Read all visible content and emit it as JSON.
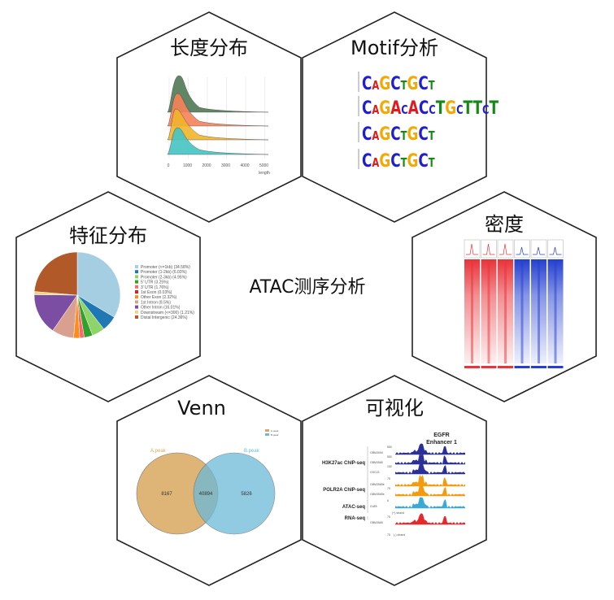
{
  "center_label": "ATAC测序分析",
  "hexagons": {
    "length": {
      "title": "长度分布",
      "ticks": [
        "0",
        "1000",
        "2000",
        "3000",
        "4000",
        "5000"
      ],
      "xlabel": "length",
      "colors": [
        "#4f7a56",
        "#f7825a",
        "#f2b42c",
        "#46c4c4"
      ]
    },
    "motif": {
      "title": "Motif分析",
      "motifs": [
        "CAGCTGCT",
        "CAGACACCTGCTTCT",
        "CAGCTGCT",
        "CAGCTGCT"
      ],
      "letter_colors": {
        "A": "#e31a1c",
        "C": "#1f1fd0",
        "G": "#f5a800",
        "T": "#138a13"
      }
    },
    "feature": {
      "title": "特征分布",
      "legend": [
        {
          "label": "Promoter (<=1kb) (34.58%)",
          "value": 34.58,
          "color": "#a6cee3"
        },
        {
          "label": "Promoter (1-2kb) (6.03%)",
          "value": 6.03,
          "color": "#1f78b4"
        },
        {
          "label": "Promoter (2-3kb) (4.95%)",
          "value": 4.95,
          "color": "#8fd46a"
        },
        {
          "label": "5' UTR (3.25%)",
          "value": 3.25,
          "color": "#33a02c"
        },
        {
          "label": "3' UTR (1.76%)",
          "value": 1.76,
          "color": "#fb6a6a"
        },
        {
          "label": "1st Exon (0.03%)",
          "value": 0.03,
          "color": "#e31a1c"
        },
        {
          "label": "Other Exon (2.32%)",
          "value": 2.32,
          "color": "#ff8c1a"
        },
        {
          "label": "1st Intron (8.5%)",
          "value": 8.5,
          "color": "#d9a08f"
        },
        {
          "label": "Other Intron (16.01%)",
          "value": 16.01,
          "color": "#7b4ea3"
        },
        {
          "label": "Downstream (<=300) (1.21%)",
          "value": 1.21,
          "color": "#f0d67a"
        },
        {
          "label": "Distal Intergenic (24.36%)",
          "value": 24.36,
          "color": "#b15928"
        }
      ]
    },
    "density": {
      "title": "密度",
      "colors": [
        "#e8343a",
        "#2540d0"
      ]
    },
    "venn": {
      "title": "Venn",
      "set_a": "A.peak",
      "set_b": "B.peak",
      "only_a": "8167",
      "both": "40894",
      "only_b": "5826",
      "color_a": "#d9a860",
      "color_b": "#6bbad8"
    },
    "visual": {
      "title": "可视化",
      "gene": "EGFR",
      "subtitle": "Enhancer 1",
      "groups": [
        {
          "name": "H3K27ac ChIP-seq",
          "tracks": [
            {
              "id": "GBM3094",
              "max": "550"
            },
            {
              "id": "GBM3565",
              "max": "550"
            },
            {
              "id": "GSC23",
              "max": "150"
            }
          ],
          "color": "#2a2f99"
        },
        {
          "name": "POLR2A ChIP-seq",
          "tracks": [
            {
              "id": "GBM3565e",
              "max": "75"
            },
            {
              "id": "GBM3565e",
              "max": "75"
            }
          ],
          "color": "#f39a0f"
        },
        {
          "name": "ATAC-seq",
          "tracks": [
            {
              "id": "G489",
              "max": "6"
            }
          ],
          "color": "#3aa9d6"
        },
        {
          "name": "RNA-seq",
          "tracks": [
            {
              "id": "GBM3565",
              "max": "75"
            }
          ],
          "color": "#e8282a"
        }
      ],
      "strand_plus": "(+) strand",
      "strand_minus": "(-) strand",
      "bottom_max": "75"
    }
  }
}
